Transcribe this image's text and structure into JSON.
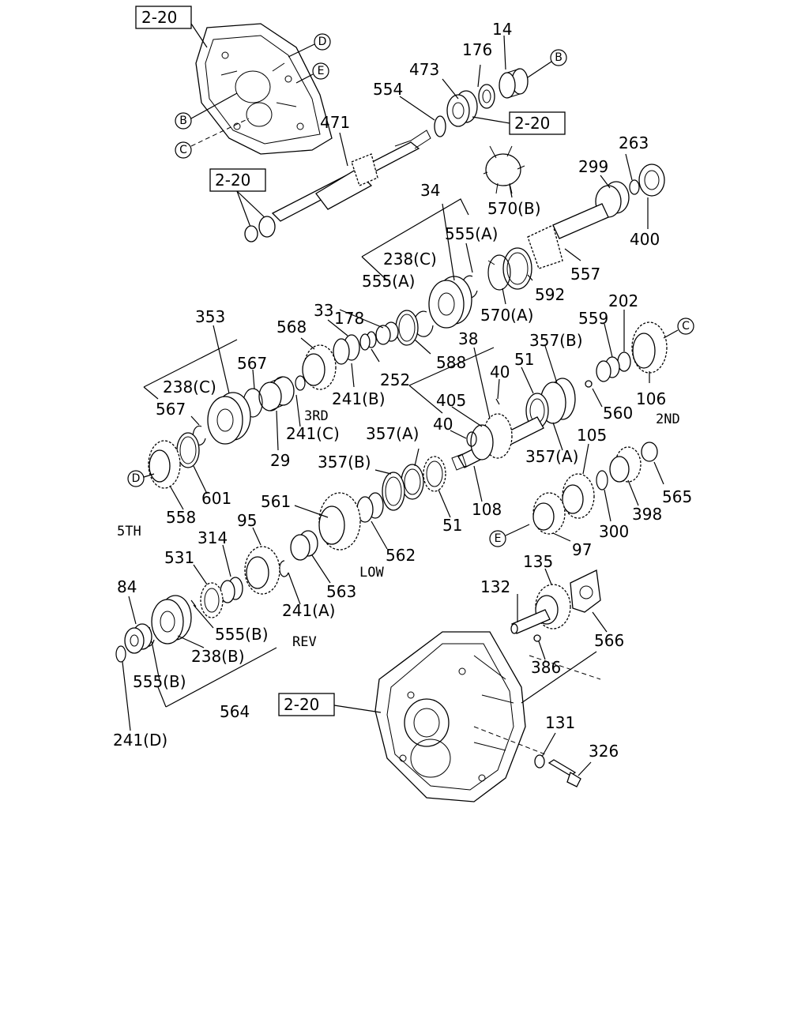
{
  "references": {
    "ref_top_left": "2-20",
    "ref_input": "2-20",
    "ref_left_shaft": "2-20",
    "ref_housing": "2-20"
  },
  "circle_markers": {
    "d_top": "D",
    "e_top": "E",
    "b_left": "B",
    "c_left": "C",
    "b_right": "B",
    "c_right": "C",
    "d_left": "D",
    "e_lower": "E"
  },
  "gear_labels": {
    "third": "3RD",
    "second": "2ND",
    "fifth": "5TH",
    "low": "LOW",
    "reverse": "REV"
  },
  "part_labels": {
    "p14": "14",
    "p176": "176",
    "p473": "473",
    "p554": "554",
    "p471": "471",
    "p263": "263",
    "p299": "299",
    "p570b": "570(B)",
    "p400": "400",
    "p34": "34",
    "p555a_1": "555(A)",
    "p238c_1": "238(C)",
    "p555a_2": "555(A)",
    "p557": "557",
    "p592": "592",
    "p570a": "570(A)",
    "p178": "178",
    "p33": "33",
    "p568": "568",
    "p353": "353",
    "p567_1": "567",
    "p238c_2": "238(C)",
    "p567_2": "567",
    "p252": "252",
    "p588": "588",
    "p241b": "241(B)",
    "p241c": "241(C)",
    "p29": "29",
    "p38": "38",
    "p357b_1": "357(B)",
    "p559": "559",
    "p202": "202",
    "p40_1": "40",
    "p51_1": "51",
    "p405": "405",
    "p40_2": "40",
    "p560": "560",
    "p106": "106",
    "p357a_1": "357(A)",
    "p357a_2": "357(A)",
    "p105": "105",
    "p601": "601",
    "p558": "558",
    "p357b_2": "357(B)",
    "p108": "108",
    "p51_2": "51",
    "p565": "565",
    "p561": "561",
    "p398": "398",
    "p300": "300",
    "p97": "97",
    "p95": "95",
    "p314": "314",
    "p531": "531",
    "p562": "562",
    "p563": "563",
    "p241a": "241(A)",
    "p84": "84",
    "p135": "135",
    "p132": "132",
    "p555b_1": "555(B)",
    "p238b": "238(B)",
    "p555b_2": "555(B)",
    "p566": "566",
    "p386": "386",
    "p564": "564",
    "p241d": "241(D)",
    "p131": "131",
    "p326": "326"
  }
}
